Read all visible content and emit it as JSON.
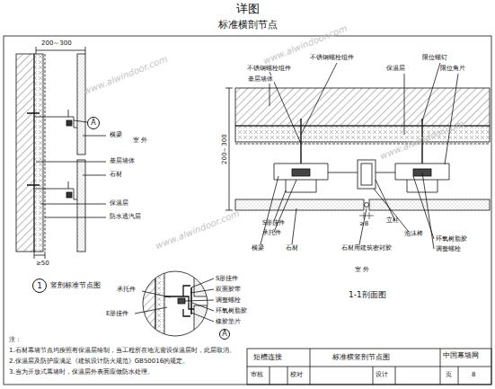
{
  "diagram": {
    "title": "详图",
    "nodes": [
      {
        "text": [
          "A"
        ]
      },
      {
        "text": [
          "1"
        ]
      },
      {
        "text": [
          "A"
        ]
      }
    ],
    "labels": [
      "标准横剖节点",
      "200～300",
      "横梁",
      "室 外",
      "基层墙体",
      "石材",
      "保温层",
      "防水透汽层",
      "≥50",
      "竖剖标准节点图",
      "承托件",
      "E形挂件",
      "S形挂件",
      "双面胶带",
      "调整螺栓",
      "环氧树脂胶",
      "橡胶垫片",
      "不锈钢螺栓组件",
      "限位螺钉",
      "不锈钢螺栓组件",
      "基层墙体",
      "保温层",
      "限位角片",
      "200～300",
      "≥8",
      "立柱",
      "S形挂件",
      "承托件",
      "横梁",
      "石材",
      "石材用建筑密封胶",
      "泡沫棒",
      "环氧树脂胶",
      "调整螺栓",
      "室 外",
      "1-1剖面图",
      "注：",
      "1.石材幕墙节点均按照有保温层绘制，当工程所在地无需设保温层时，此层取消。",
      "2.保温层及防护应满足《建筑设计防火规范》GB50016的规定。",
      "3.当为开放式幕墙时，保温层外表面应做防水处理。",
      "短槽连接",
      "标准横竖剖节点图",
      "审核",
      "校对",
      "设计",
      "页",
      "8",
      "中国幕墙网",
      "www.alwindoor.com",
      "www.alwindoor.com",
      "www.alwindoor.com",
      "www.alwindoor.com"
    ]
  }
}
